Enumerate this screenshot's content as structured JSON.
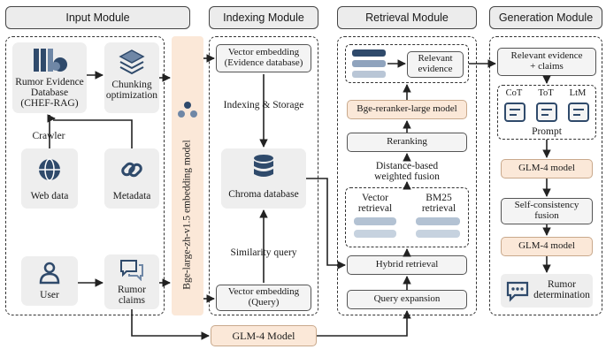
{
  "headers": {
    "input": "Input Module",
    "indexing": "Indexing Module",
    "retrieval": "Retrieval Module",
    "generation": "Generation Module"
  },
  "input": {
    "rumor_db_line1": "Rumor Evidence",
    "rumor_db_line2": "Database",
    "rumor_db_line3": "(CHEF-RAG)",
    "chunking_line1": "Chunking",
    "chunking_line2": "optimization",
    "crawler": "Crawler",
    "web_data": "Web data",
    "metadata": "Metadata",
    "user": "User",
    "rumor_claims_line1": "Rumor",
    "rumor_claims_line2": "claims"
  },
  "embedding_model": "Bge-large-zh-v1.5 embedding model",
  "indexing": {
    "vec_evidence_line1": "Vector embedding",
    "vec_evidence_line2": "(Evidence database)",
    "indexing_storage": "Indexing & Storage",
    "chroma": "Chroma database",
    "similarity": "Similarity query",
    "vec_query_line1": "Vector embedding",
    "vec_query_line2": "(Query)"
  },
  "retrieval": {
    "relevant_line1": "Relevant",
    "relevant_line2": "evidence",
    "reranker": "Bge-reranker-large model",
    "reranking": "Reranking",
    "fusion_line1": "Distance-based",
    "fusion_line2": "weighted fusion",
    "vector_line1": "Vector",
    "vector_line2": "retrieval",
    "bm25_line1": "BM25",
    "bm25_line2": "retrieval",
    "hybrid": "Hybrid retrieval",
    "query_expansion": "Query expansion"
  },
  "generation": {
    "relevant_claims_line1": "Relevant evidence",
    "relevant_claims_line2": "+ claims",
    "cot": "CoT",
    "tot": "ToT",
    "ltm": "LtM",
    "prompt": "Prompt",
    "glm4_a": "GLM-4 model",
    "self_consistency_line1": "Self-consistency",
    "self_consistency_line2": "fusion",
    "glm4_b": "GLM-4 model",
    "rumor_line1": "Rumor",
    "rumor_line2": "determination"
  },
  "bottom_model": "GLM-4 Model",
  "colors": {
    "icon_blue": "#2f4a6b",
    "peach": "#fbe8d8",
    "tile_gray": "#eeeeee"
  }
}
